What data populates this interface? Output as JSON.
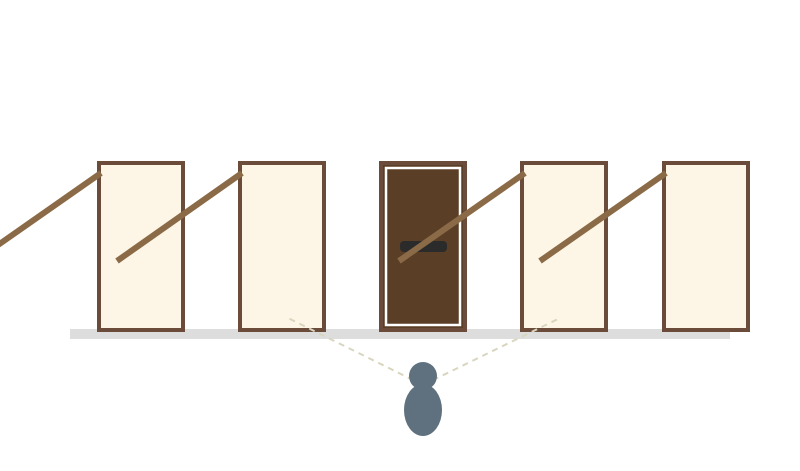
{
  "scene": {
    "background": "#ffffff",
    "floor_color": "#dddddd",
    "door_count": 5,
    "doors": [
      {
        "state": "open"
      },
      {
        "state": "open"
      },
      {
        "state": "closed"
      },
      {
        "state": "open"
      },
      {
        "state": "open"
      }
    ],
    "colors": {
      "frame": "#6b4c3b",
      "open_panel": "#fdf6e6",
      "closed_panel": "#5a3e26",
      "closed_inner_border": "#ffffff",
      "handle": "#2b2b2b",
      "swing_panel": "#8b6b47",
      "sight_line": "#d8d6bf",
      "person": "#5f717e"
    },
    "icons": [
      "person-icon",
      "door-icon"
    ]
  }
}
